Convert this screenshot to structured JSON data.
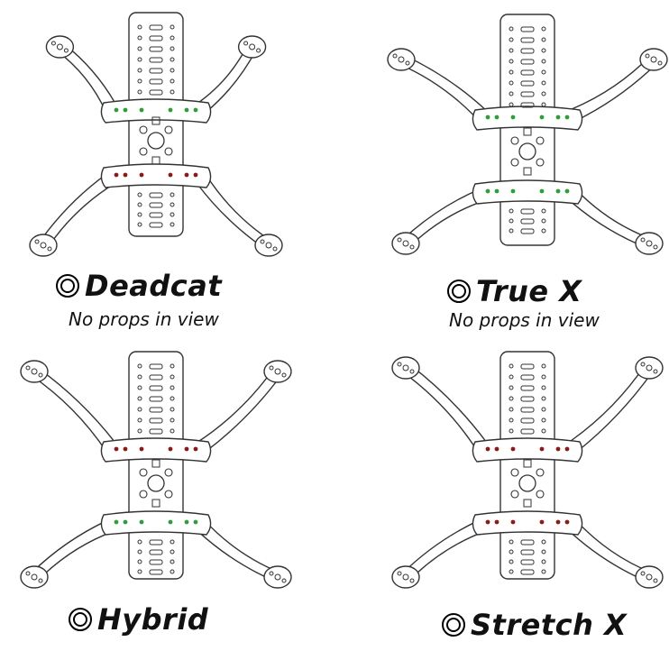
{
  "colors": {
    "outline": "#333333",
    "fill": "#ffffff",
    "mount_active": "#2e9e3a",
    "mount_inactive": "#8b1a1a"
  },
  "frames": [
    {
      "name": "Deadcat",
      "subtitle": "No props in view",
      "front_arm_spread": "narrow",
      "front_mounts_color": "mount_active",
      "rear_mounts_color": "mount_inactive"
    },
    {
      "name": "True X",
      "subtitle": "No props in view",
      "front_arm_spread": "wide",
      "front_mounts_color": "mount_active",
      "rear_mounts_color": "mount_active"
    },
    {
      "name": "Hybrid",
      "subtitle": "",
      "front_arm_spread": "wide",
      "front_mounts_color": "mount_inactive",
      "rear_mounts_color": "mount_active"
    },
    {
      "name": "Stretch X",
      "subtitle": "",
      "front_arm_spread": "wide",
      "front_mounts_color": "mount_inactive",
      "rear_mounts_color": "mount_inactive"
    }
  ]
}
